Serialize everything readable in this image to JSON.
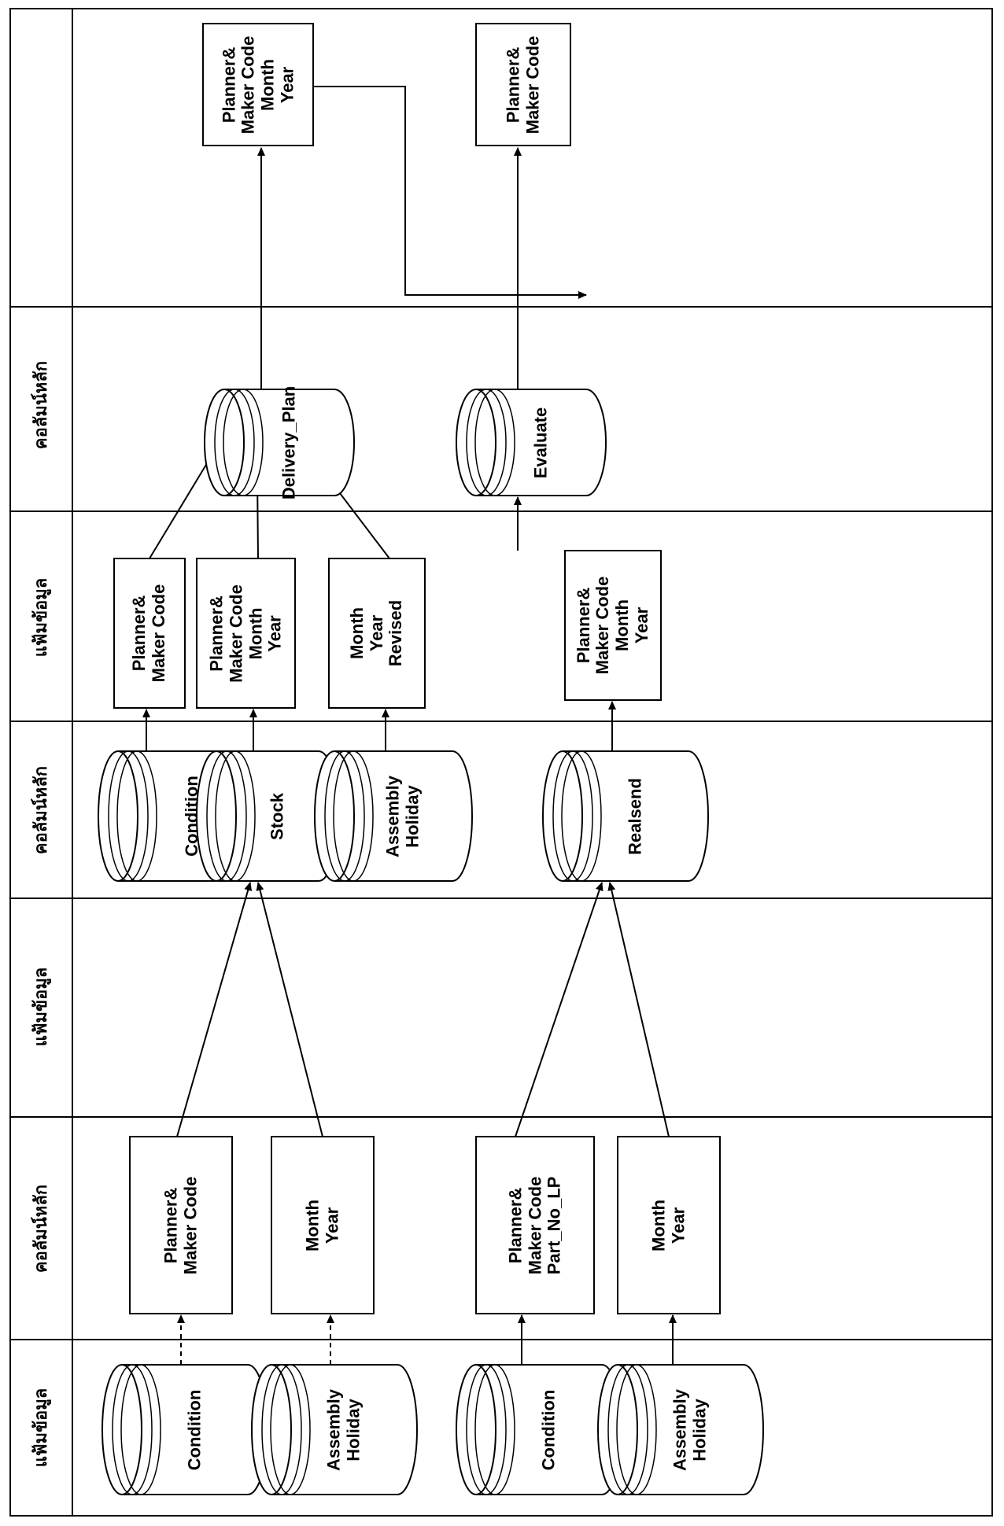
{
  "headers": {
    "h1": "แฟ้มข้อมูล",
    "h2": "คอลัมน์หลัก",
    "h3": "แฟ้มข้อมูล",
    "h4": "คอลัมน์หลัก",
    "h5": "แฟ้มข้อมูล",
    "h6": "คอลัมน์หลัก"
  },
  "files": {
    "cond_a": "Condition",
    "asm_a": "Assembly\nHoliday",
    "cond_b": "Condition",
    "asm_b": "Assembly\nHoliday",
    "condition": "Condition",
    "stock": "Stock",
    "assembly_holiday": "Assembly\nHoliday",
    "realsend": "Realsend",
    "delivery_plan": "Delivery_Plan",
    "evaluate": "Evaluate"
  },
  "keys": {
    "k1": "Planner&\nMaker Code",
    "k2": "Month\nYear",
    "k3": "Planner&\nMaker Code\nPart_No_LP",
    "k4": "Month\nYear",
    "k5": "Planner&\nMaker Code",
    "k6": "Planner&\nMaker Code\nMonth\nYear",
    "k7": "Month\nYear\nRevised",
    "k8": "Planner&\nMaker Code\nMonth\nYear",
    "k9": "Planner&\nMaker Code\nMonth\nYear",
    "k10": "Planner&\nMaker Code"
  }
}
